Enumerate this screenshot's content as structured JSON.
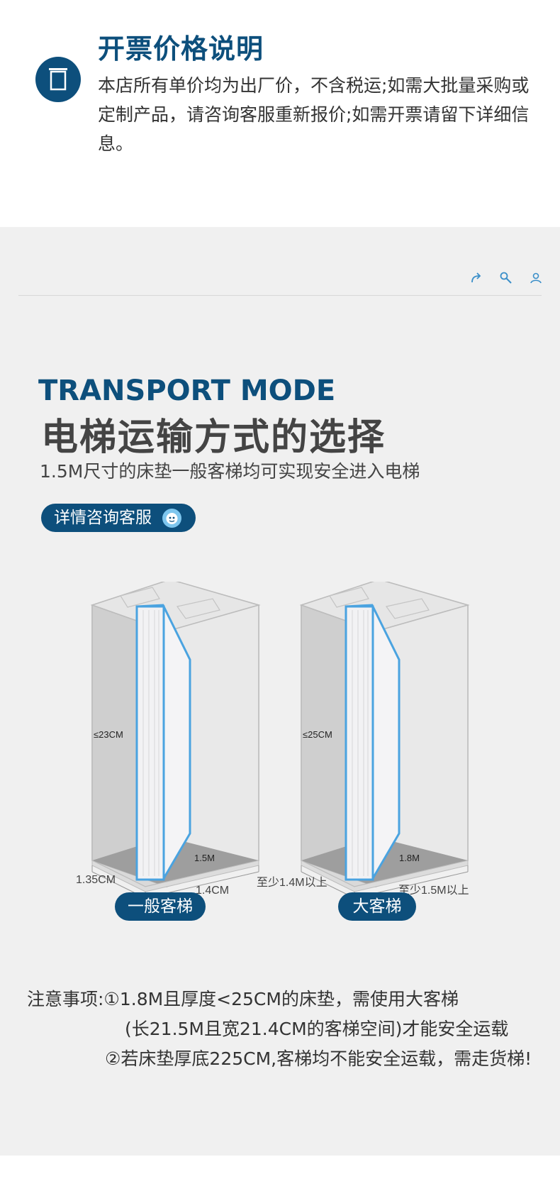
{
  "invoice": {
    "icon": "trash-can-icon",
    "title": "开票价格说明",
    "text": "本店所有单价均为出厂价，不含税运;如需大批量采购或定制产品，请咨询客服重新报价;如需开票请留下详细信息。"
  },
  "toolbar": {
    "icons": [
      "share-icon",
      "search-icon",
      "user-icon"
    ]
  },
  "transport": {
    "en_title": "TRANSPORT MODE",
    "zh_title": "电梯运输方式的选择",
    "subtitle": "1.5M尺寸的床垫一般客梯均可实现安全进入电梯",
    "consult_button": "详情咨询客服",
    "consult_icon": "customer-service-face-icon"
  },
  "elevators": [
    {
      "height_label": "≤23CM",
      "mattress_label": "1.5M",
      "depth_label": "1.35CM",
      "width_label": "1.4CM",
      "button": "一般客梯"
    },
    {
      "height_label": "≤25CM",
      "mattress_label": "1.8M",
      "depth_label": "至少1.4M以上",
      "width_label": "至少1.5M以上",
      "button": "大客梯"
    }
  ],
  "notes": {
    "line1": "注意事项:①1.8M且厚度<25CM的床垫，需使用大客梯",
    "line2": "(长21.5M且宽21.4CM的客梯空间)才能安全运载",
    "line3": "②若床垫厚底225CM,客梯均不能安全运载，需走货梯!"
  },
  "colors": {
    "brand": "#0d4f7c",
    "accent": "#4aa3e0",
    "background": "#f0f0f0"
  }
}
